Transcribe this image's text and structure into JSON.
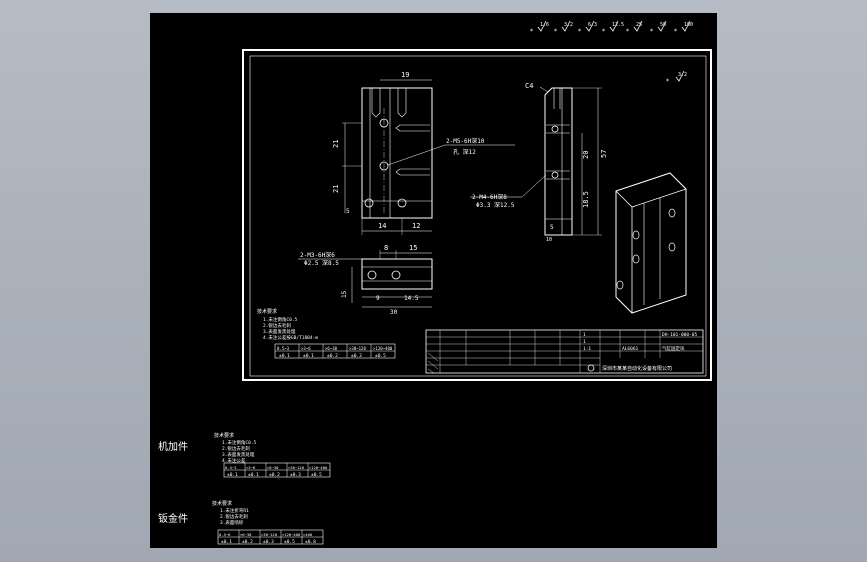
{
  "drawing": {
    "roughness_symbols": [
      "1.6",
      "3.2",
      "6.3",
      "12.5",
      "25",
      "50",
      "100"
    ],
    "corner_roughness": "3.2",
    "front_view": {
      "dim_width_top": "19",
      "dim_height_1": "21",
      "dim_height_2": "21",
      "dim_edge": "5",
      "dim_bottom_1": "14",
      "dim_bottom_2": "12",
      "hole_note_1": "2-M5-6H深10",
      "hole_note_2": "孔 深12"
    },
    "side_view": {
      "chamfer": "C4",
      "dim_total": "57",
      "dim_mid": "20",
      "dim_low": "18.5",
      "dim_base": "5",
      "dim_base_2": "10",
      "hole_note_1": "2-M4-6H深8",
      "hole_note_2": "Φ3.3 深12.5"
    },
    "bottom_view": {
      "dim_top_1": "8",
      "dim_top_2": "15",
      "dim_left": "15",
      "dim_b1": "9",
      "dim_b2": "14.5",
      "dim_total": "30",
      "hole_note_1": "2-M3-6H深6",
      "hole_note_2": "Φ2.5 深8.5"
    },
    "tech_notes": {
      "heading": "技术要求",
      "lines": [
        "1.未注倒角C0.5",
        "2.锐边去毛刺",
        "3.表面发黑处理",
        "4.未注公差按GB/T1804-m"
      ],
      "tol_header": [
        "0.5~3",
        ">3~6",
        ">6~30",
        ">30~120",
        ">120~400"
      ],
      "tol_values": [
        "±0.1",
        "±0.1",
        "±0.2",
        "±0.3",
        "±0.5"
      ]
    },
    "title_block": {
      "code": "DH-101-000-05",
      "part_name": "气缸固定块",
      "material": "AL6061",
      "scale": "1:1",
      "sheet": "1",
      "qty": "1",
      "company": "深圳市某某自动化设备有限公司"
    }
  },
  "lower_sections": [
    {
      "label": "机加件",
      "notes_heading": "技术要求",
      "notes": [
        "1.未注倒角C0.5",
        "2.锐边去毛刺",
        "3.表面发黑处理",
        "4.未注公差"
      ],
      "tol_header": [
        "0.5~3",
        ">3~6",
        ">6~30",
        ">30~120",
        ">120~400"
      ],
      "tol_values": [
        "±0.1",
        "±0.1",
        "±0.2",
        "±0.3",
        "±0.5"
      ]
    },
    {
      "label": "钣金件",
      "notes_heading": "技术要求",
      "notes": [
        "1.未注折弯R1",
        "2.锐边去毛刺",
        "3.表面喷砂"
      ],
      "tol_header": [
        "0.5~6",
        ">6~30",
        ">30~120",
        ">120~400",
        ">400"
      ],
      "tol_values": [
        "±0.1",
        "±0.2",
        "±0.3",
        "±0.5",
        "±0.8"
      ]
    }
  ],
  "colors": {
    "background": "#a9b0ba",
    "canvas": "#000000",
    "lines": "#ffffff"
  }
}
